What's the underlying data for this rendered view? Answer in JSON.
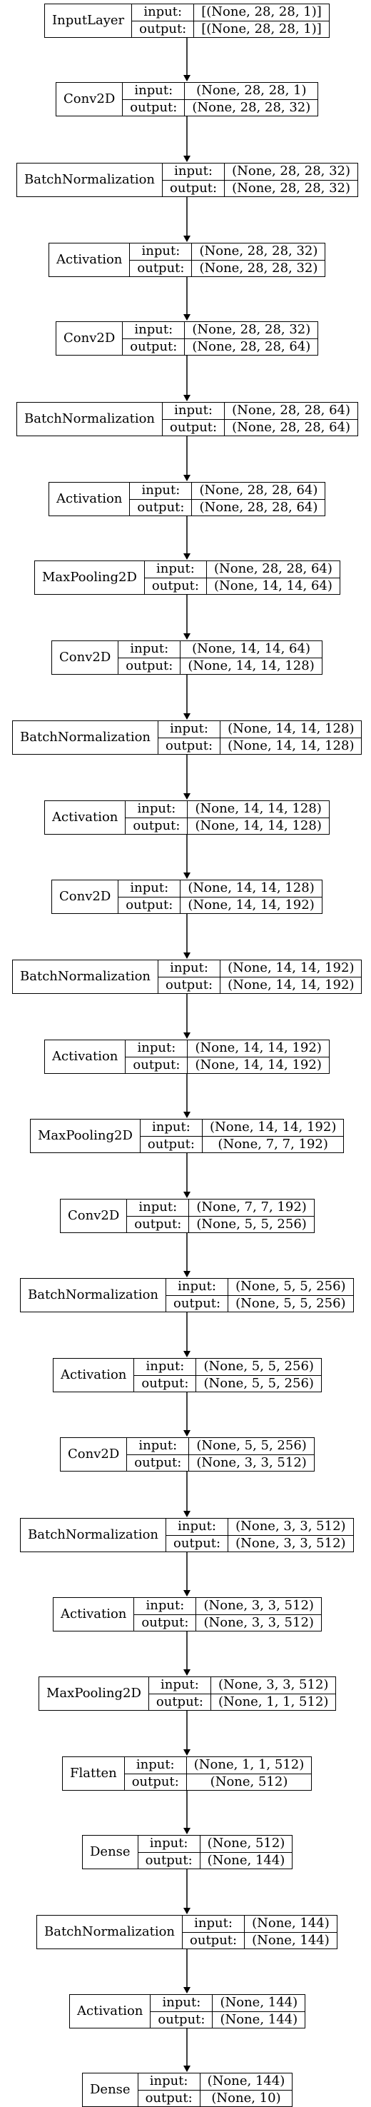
{
  "layers": [
    {
      "name": "InputLayer",
      "input": "[(None, 28, 28, 1)]",
      "output": "[(None, 28, 28, 1)]"
    },
    {
      "name": "Conv2D",
      "input": "(None, 28, 28, 1)",
      "output": "(None, 28, 28, 32)"
    },
    {
      "name": "BatchNormalization",
      "input": "(None, 28, 28, 32)",
      "output": "(None, 28, 28, 32)"
    },
    {
      "name": "Activation",
      "input": "(None, 28, 28, 32)",
      "output": "(None, 28, 28, 32)"
    },
    {
      "name": "Conv2D",
      "input": "(None, 28, 28, 32)",
      "output": "(None, 28, 28, 64)"
    },
    {
      "name": "BatchNormalization",
      "input": "(None, 28, 28, 64)",
      "output": "(None, 28, 28, 64)"
    },
    {
      "name": "Activation",
      "input": "(None, 28, 28, 64)",
      "output": "(None, 28, 28, 64)"
    },
    {
      "name": "MaxPooling2D",
      "input": "(None, 28, 28, 64)",
      "output": "(None, 14, 14, 64)"
    },
    {
      "name": "Conv2D",
      "input": "(None, 14, 14, 64)",
      "output": "(None, 14, 14, 128)"
    },
    {
      "name": "BatchNormalization",
      "input": "(None, 14, 14, 128)",
      "output": "(None, 14, 14, 128)"
    },
    {
      "name": "Activation",
      "input": "(None, 14, 14, 128)",
      "output": "(None, 14, 14, 128)"
    },
    {
      "name": "Conv2D",
      "input": "(None, 14, 14, 128)",
      "output": "(None, 14, 14, 192)"
    },
    {
      "name": "BatchNormalization",
      "input": "(None, 14, 14, 192)",
      "output": "(None, 14, 14, 192)"
    },
    {
      "name": "Activation",
      "input": "(None, 14, 14, 192)",
      "output": "(None, 14, 14, 192)"
    },
    {
      "name": "MaxPooling2D",
      "input": "(None, 14, 14, 192)",
      "output": "(None, 7, 7, 192)"
    },
    {
      "name": "Conv2D",
      "input": "(None, 7, 7, 192)",
      "output": "(None, 5, 5, 256)"
    },
    {
      "name": "BatchNormalization",
      "input": "(None, 5, 5, 256)",
      "output": "(None, 5, 5, 256)"
    },
    {
      "name": "Activation",
      "input": "(None, 5, 5, 256)",
      "output": "(None, 5, 5, 256)"
    },
    {
      "name": "Conv2D",
      "input": "(None, 5, 5, 256)",
      "output": "(None, 3, 3, 512)"
    },
    {
      "name": "BatchNormalization",
      "input": "(None, 3, 3, 512)",
      "output": "(None, 3, 3, 512)"
    },
    {
      "name": "Activation",
      "input": "(None, 3, 3, 512)",
      "output": "(None, 3, 3, 512)"
    },
    {
      "name": "MaxPooling2D",
      "input": "(None, 3, 3, 512)",
      "output": "(None, 1, 1, 512)"
    },
    {
      "name": "Flatten",
      "input": "(None, 1, 1, 512)",
      "output": "(None, 512)"
    },
    {
      "name": "Dense",
      "input": "(None, 512)",
      "output": "(None, 144)"
    },
    {
      "name": "BatchNormalization",
      "input": "(None, 144)",
      "output": "(None, 144)"
    },
    {
      "name": "Activation",
      "input": "(None, 144)",
      "output": "(None, 144)"
    },
    {
      "name": "Dense",
      "input": "(None, 144)",
      "output": "(None, 10)"
    }
  ],
  "labels": {
    "input": "input:",
    "output": "output:"
  },
  "colors": {
    "stroke": "#000000",
    "background": "#ffffff"
  }
}
